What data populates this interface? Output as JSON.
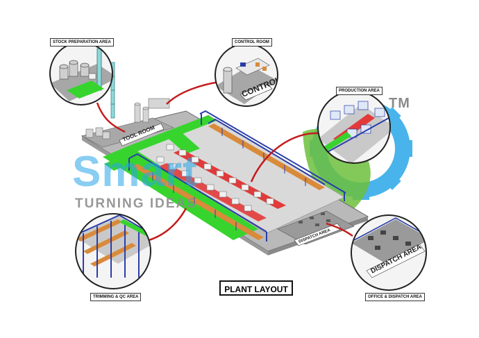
{
  "diagram": {
    "title": "PLANT LAYOUT",
    "areas": {
      "stock_preparation": "STOCK PREPARATION AREA",
      "control_room": "CONTROL ROOM",
      "production": "PRODUCTION AREA",
      "trimming_qc": "TRIMMING & QC AREA",
      "office_dispatch": "OFFICE & DISPATCH AREA"
    },
    "in_plan_labels": {
      "tool_room": "TOOL ROOM",
      "dispatch_area": "DISPATCH AREA",
      "dispatch_area_zoom": "DISPATCH AREA",
      "control_room_zoom": "CONTROL ROOM"
    }
  },
  "watermark": {
    "brand": "Smart",
    "tagline": "TURNING IDEAS",
    "trademark": "TM"
  },
  "colors": {
    "floor_green": "#37d42e",
    "rack_blue": "#2a3ea8",
    "rack_orange": "#d98a3a",
    "connector_red": "#c41a1a",
    "gear_blue": "#2aa6e8",
    "leaf_green": "#6cbf3c"
  }
}
